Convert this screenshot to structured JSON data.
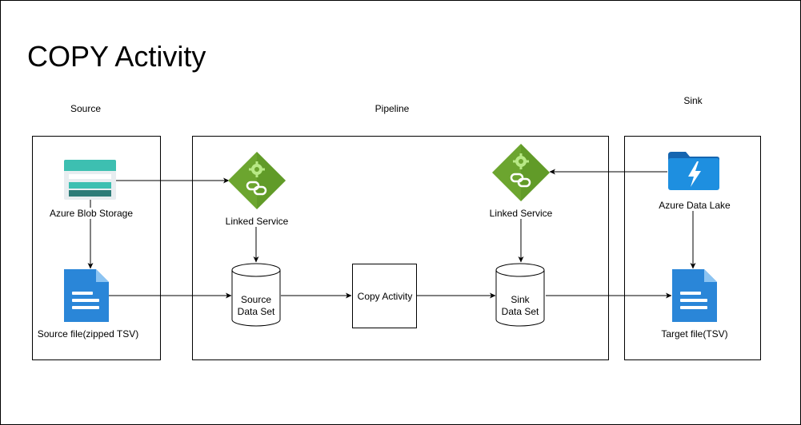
{
  "title": "COPY Activity",
  "sections": {
    "source": "Source",
    "pipeline": "Pipeline",
    "sink": "Sink"
  },
  "nodes": {
    "blob_storage": "Azure Blob Storage",
    "source_file": "Source file(zipped TSV)",
    "linked_service_left": "Linked Service",
    "linked_service_right": "Linked Service",
    "source_dataset_line1": "Source",
    "source_dataset_line2": "Data Set",
    "copy_activity": "Copy Activity",
    "sink_dataset_line1": "Sink",
    "sink_dataset_line2": "Data Set",
    "data_lake": "Azure Data Lake",
    "target_file": "Target file(TSV)"
  },
  "icons": {
    "blob_storage": "azure-blob-storage-icon",
    "linked_service": "linked-service-icon",
    "data_lake": "azure-data-lake-icon",
    "file": "document-icon",
    "dataset": "database-cylinder-icon"
  },
  "colors": {
    "blob_teal": "#3DBFB1",
    "blob_dark": "#2D7C78",
    "linked_green": "#6CA52F",
    "lake_blue": "#1E8FE0",
    "file_blue": "#2A86D8"
  }
}
